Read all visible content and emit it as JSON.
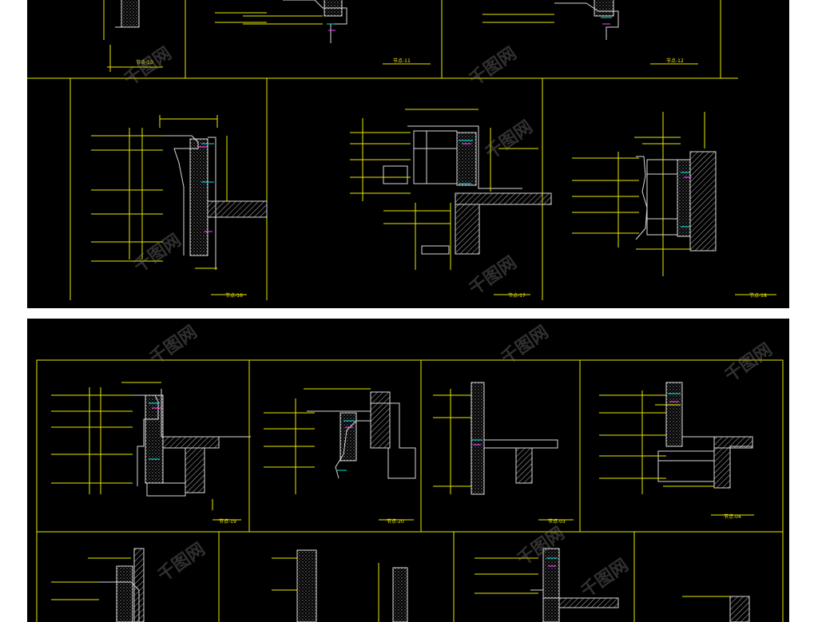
{
  "sheets": {
    "top": {
      "titles": [
        "节点-10",
        "节点-11",
        "节点-12",
        "节点-16",
        "节点-17",
        "节点-18"
      ]
    },
    "bottom": {
      "titles": [
        "节点-19",
        "节点-20",
        "节点-03",
        "节点-04"
      ]
    }
  },
  "watermark": "千图网",
  "colors": {
    "background": "#000000",
    "frame": "#e8e800",
    "section_outline": "#d8d8d8",
    "cyan_accent": "#00e0e0",
    "magenta_accent": "#ff3cff",
    "page": "#ffffff"
  }
}
